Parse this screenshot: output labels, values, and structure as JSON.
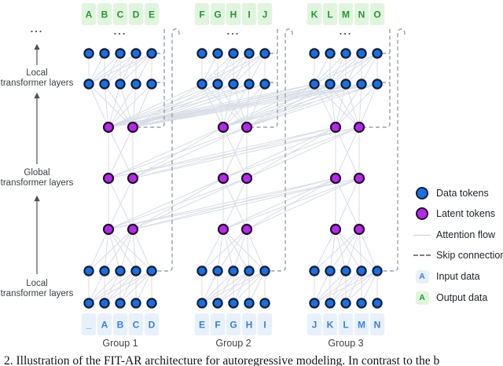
{
  "figure": {
    "caption": "2. Illustration of the FIT-AR architecture for autoregressive modeling. In contrast to the b",
    "ellipsis": "..."
  },
  "left_labels": [
    {
      "line1": "Local",
      "line2": "transformer layers"
    },
    {
      "line1": "Global",
      "line2": "transformer layers"
    },
    {
      "line1": "Local",
      "line2": "transformer layers"
    }
  ],
  "groups": [
    {
      "name": "Group 1",
      "input_letters": [
        "_",
        "A",
        "B",
        "C",
        "D"
      ],
      "output_letters": [
        "A",
        "B",
        "C",
        "D",
        "E"
      ]
    },
    {
      "name": "Group 2",
      "input_letters": [
        "E",
        "F",
        "G",
        "H",
        "I"
      ],
      "output_letters": [
        "F",
        "G",
        "H",
        "I",
        "J"
      ]
    },
    {
      "name": "Group 3",
      "input_letters": [
        "J",
        "K",
        "L",
        "M",
        "N"
      ],
      "output_letters": [
        "K",
        "L",
        "M",
        "N",
        "O"
      ]
    }
  ],
  "legend": {
    "items": [
      {
        "icon": "data-token-icon",
        "label": "Data tokens"
      },
      {
        "icon": "latent-token-icon",
        "label": "Latent tokens"
      },
      {
        "icon": "attention-flow-icon",
        "label": "Attention flow"
      },
      {
        "icon": "skip-connection-icon",
        "label": "Skip connection"
      },
      {
        "icon": "input-data-icon",
        "label": "Input data",
        "sample_letter": "A"
      },
      {
        "icon": "output-data-icon",
        "label": "Output data",
        "sample_letter": "A"
      }
    ]
  },
  "colors": {
    "data_token_fill": "#1d6fe0",
    "data_token_stroke": "#101e38",
    "latent_token_fill": "#b32be6",
    "latent_token_stroke": "#250b30",
    "attention_flow": "#d8dce6",
    "skip_connection": "#98a0a8",
    "output_box_bg": "#e1f4df",
    "output_letter": "#27992b",
    "input_box_bg": "#e8f1fb",
    "input_letter": "#3c7ede"
  }
}
